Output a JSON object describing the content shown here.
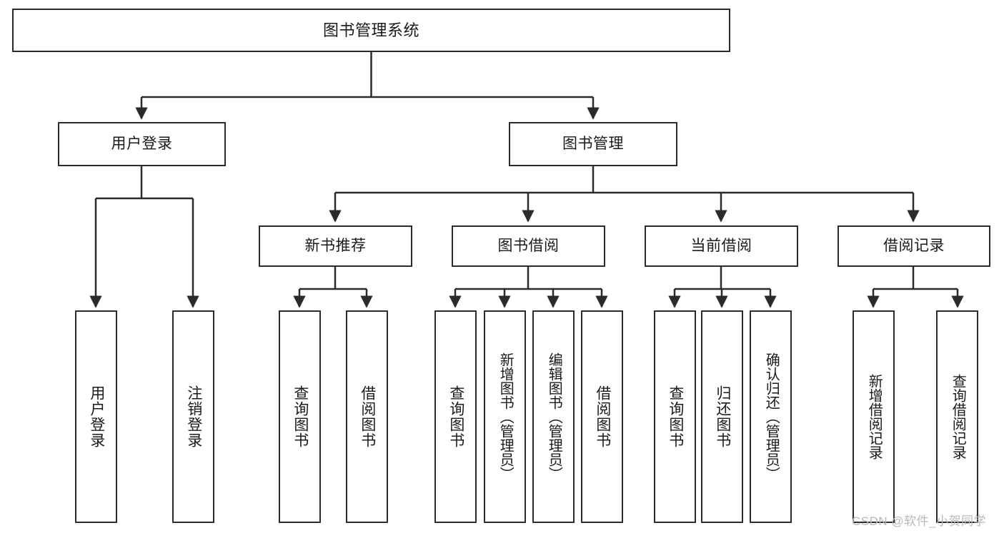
{
  "diagram": {
    "title": "图书管理系统",
    "type": "functional-structure-tree",
    "watermark": "CSDN @软件_小贺同学",
    "colors": {
      "node_border": "#2b2b2b",
      "node_fill": "#ffffff",
      "edge": "#2b2b2b",
      "text": "#1a1a1a",
      "watermark": "#b9b9b9",
      "background": "#ffffff"
    },
    "nodes": {
      "root": {
        "label": "图书管理系统"
      },
      "level2": [
        {
          "id": "user-login",
          "label": "用户登录"
        },
        {
          "id": "book-management",
          "label": "图书管理"
        }
      ],
      "level3": [
        {
          "id": "new-book-recommend",
          "label": "新书推荐"
        },
        {
          "id": "book-borrow",
          "label": "图书借阅"
        },
        {
          "id": "current-borrow",
          "label": "当前借阅"
        },
        {
          "id": "borrow-record",
          "label": "借阅记录"
        }
      ],
      "leaves": {
        "user-login": [
          {
            "id": "leaf-user-login",
            "label": "用户登录"
          },
          {
            "id": "leaf-user-logout",
            "label": "注销登录"
          }
        ],
        "new-book-recommend": [
          {
            "id": "leaf-query-book-1",
            "label": "查询图书"
          },
          {
            "id": "leaf-borrow-book-1",
            "label": "借阅图书"
          }
        ],
        "book-borrow": [
          {
            "id": "leaf-query-book-2",
            "label": "查询图书"
          },
          {
            "id": "leaf-add-book",
            "label": "新增图书（管理员）"
          },
          {
            "id": "leaf-edit-book",
            "label": "编辑图书（管理员）"
          },
          {
            "id": "leaf-borrow-book-2",
            "label": "借阅图书"
          }
        ],
        "current-borrow": [
          {
            "id": "leaf-query-book-3",
            "label": "查询图书"
          },
          {
            "id": "leaf-return-book",
            "label": "归还图书"
          },
          {
            "id": "leaf-confirm-return",
            "label": "确认归还（管理员）"
          }
        ],
        "borrow-record": [
          {
            "id": "leaf-add-record",
            "label": "新增借阅记录"
          },
          {
            "id": "leaf-query-record",
            "label": "查询借阅记录"
          }
        ]
      }
    }
  }
}
